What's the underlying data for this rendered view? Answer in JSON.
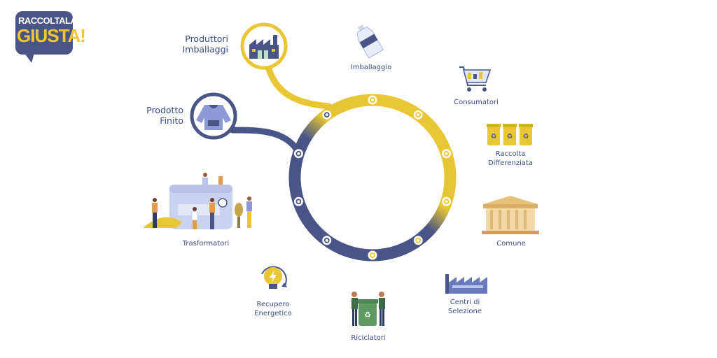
{
  "logo": {
    "line1": "RACCOLTALA",
    "line2": "GIUSTA!"
  },
  "colors": {
    "navy": "#4a5587",
    "yellow": "#e9c634",
    "text": "#3d4a85"
  },
  "nodes": {
    "produttori": "Produttori\nImballaggi",
    "prodotto": "Prodotto\nFinito",
    "imballaggio": "Imballaggio",
    "consumatori": "Consumatori",
    "raccolta": "Raccolta\nDifferenziata",
    "comune": "Comune",
    "centri": "Centri di\nSelezione",
    "riciclatori": "Riciclatori",
    "recupero": "Recupero\nEnergetico",
    "trasformatori": "Trasformatori"
  }
}
